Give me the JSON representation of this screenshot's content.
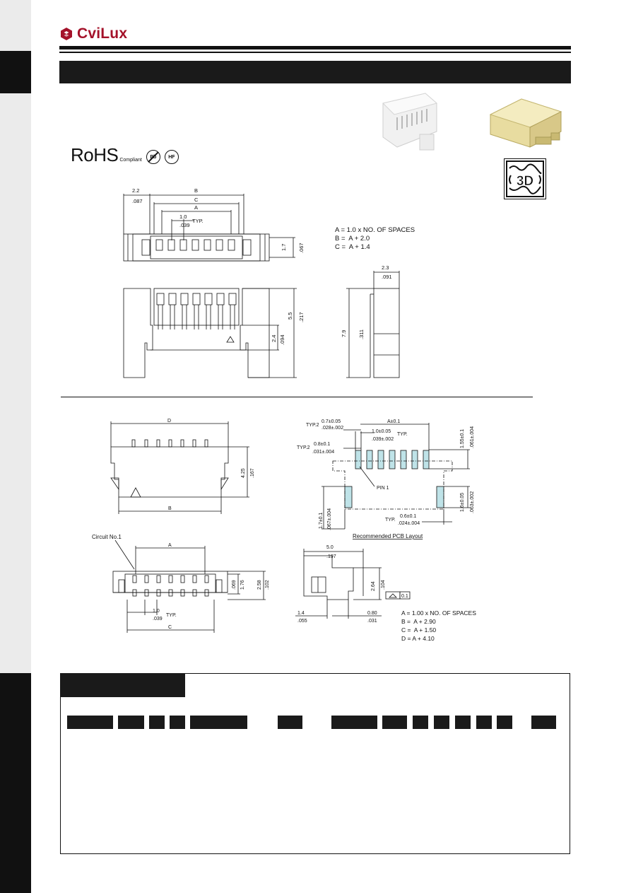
{
  "brand": {
    "name": "CviLux",
    "color": "#a4122a"
  },
  "rohs": {
    "label": "RoHS",
    "sub": "Compliant",
    "badges": [
      "Pb",
      "HF"
    ]
  },
  "badge_3d": {
    "label": "3D"
  },
  "top_drawing": {
    "dims": [
      "2.2",
      ".087",
      "B",
      "C",
      "A",
      "1.0",
      ".039",
      "TYP.",
      "1.7",
      ".067",
      "5.5",
      ".217",
      "2.4",
      ".094",
      "2.3",
      ".091",
      "7.9",
      ".311"
    ],
    "notes": [
      "A = 1.0 x NO. OF SPACES",
      "B =  A + 2.0",
      "C =  A + 1.4"
    ]
  },
  "bottom_drawing": {
    "dims": [
      "D",
      "4.25",
      ".167",
      "B",
      "A",
      "Circuit No.1",
      ".069",
      "1.76",
      "2.58",
      ".102",
      "1.0",
      ".039",
      "TYP.",
      "C"
    ],
    "pcb": {
      "labels": [
        "TYP.2",
        "0.7±0.05",
        ".028±.002",
        "A±0.1",
        "1.0±0.05",
        "TYP.",
        ".039±.002",
        "TYP.2",
        "0.8±0.1",
        ".031±.004",
        "1.55±0.1",
        ".061±.004",
        "PIN 1",
        "1.6±0.05",
        ".063±.002",
        "1.7±0.1",
        ".067±.004",
        "0.6±0.1",
        "TYP.",
        ".024±.004"
      ],
      "title": "Recommended PCB Layout"
    },
    "side": [
      "5.0",
      ".197",
      "2.64",
      ".104",
      "0.1",
      "1.4",
      ".055",
      "0.80",
      ".031"
    ],
    "notes": [
      "A = 1.00 x NO. OF SPACES",
      "B =  A + 2.90",
      "C =  A + 1.50",
      "D = A + 4.10"
    ]
  }
}
